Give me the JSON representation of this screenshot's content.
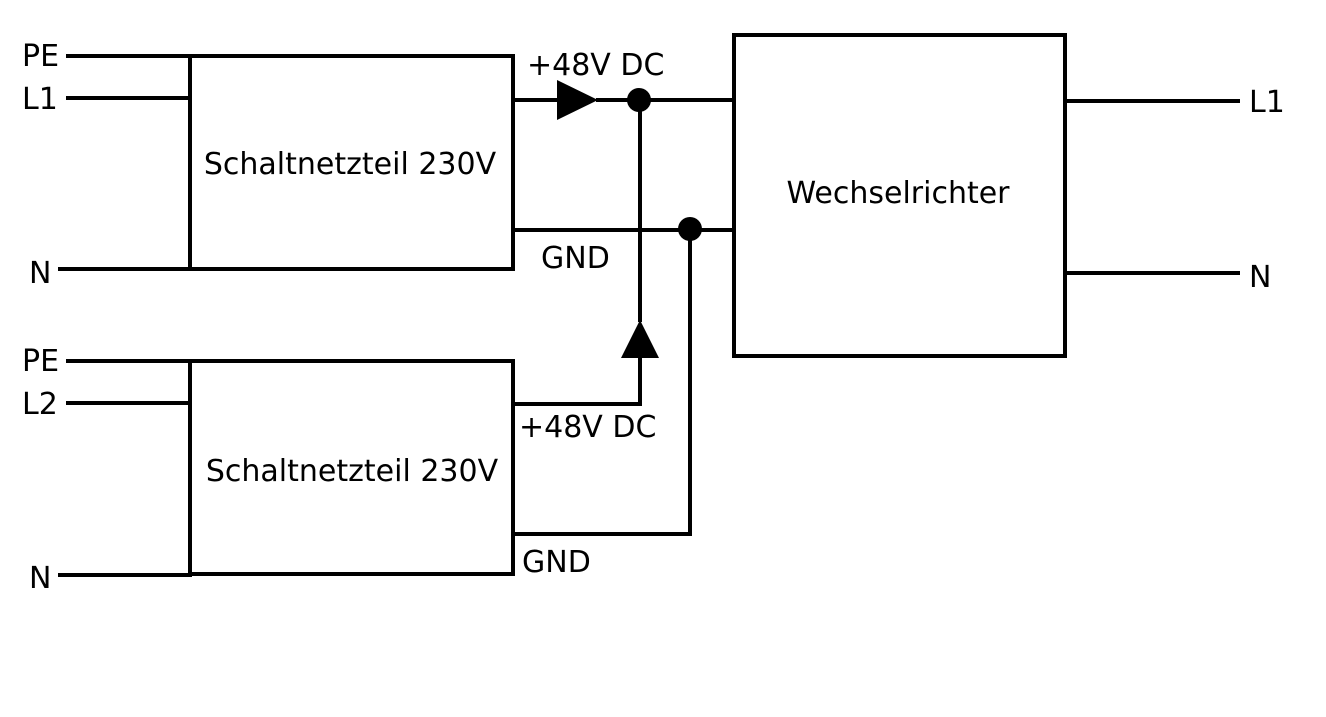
{
  "psu_top": {
    "title": "Schaltnetzteil 230V",
    "inputs": [
      "PE",
      "L1",
      "N"
    ],
    "out_plus": "+48V DC",
    "out_gnd": "GND"
  },
  "psu_bottom": {
    "title": "Schaltnetzteil 230V",
    "inputs": [
      "PE",
      "L2",
      "N"
    ],
    "out_plus": "+48V DC",
    "out_gnd": "GND"
  },
  "inverter": {
    "title": "Wechselrichter",
    "outputs": [
      "L1",
      "N"
    ]
  },
  "colors": {
    "line": "#000000",
    "background": "#ffffff"
  }
}
